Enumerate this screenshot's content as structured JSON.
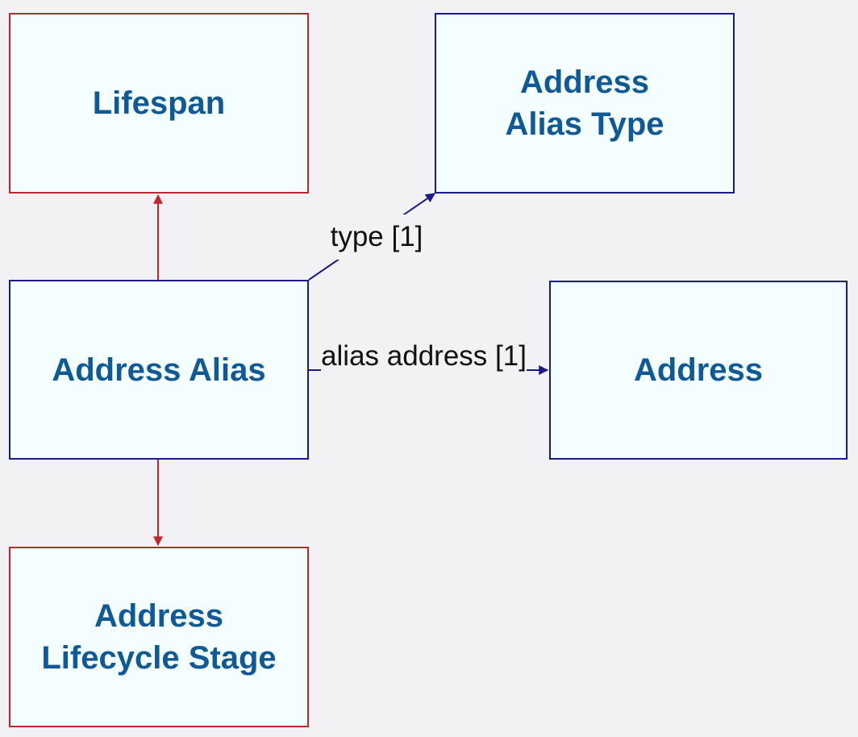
{
  "diagram": {
    "nodes": {
      "lifespan": {
        "label": "Lifespan",
        "border_color": "#c0272d"
      },
      "address_alias_type": {
        "label": "Address Alias Type",
        "border_color": "#1c1a8a"
      },
      "address_alias": {
        "label": "Address Alias",
        "border_color": "#1c1a8a"
      },
      "address": {
        "label": "Address",
        "border_color": "#1c1a8a"
      },
      "address_lifecycle_stage": {
        "label": "Address Lifecycle Stage",
        "border_color": "#c0272d"
      }
    },
    "edges": {
      "type": {
        "from": "address_alias",
        "to": "address_alias_type",
        "label": "type [1]",
        "style": "dashed"
      },
      "alias_address": {
        "from": "address_alias",
        "to": "address",
        "label": "alias address [1]",
        "style": "dashed"
      },
      "lifespan": {
        "from": "address_alias",
        "to": "lifespan",
        "label": "",
        "style": "solid"
      },
      "lifecycle": {
        "from": "address_alias",
        "to": "address_lifecycle_stage",
        "label": "",
        "style": "solid"
      }
    },
    "colors": {
      "background": "#f2f2f5",
      "node_fill": "#f5fefe",
      "node_text": "#0f5a96",
      "red_border": "#c0272d",
      "blue_border": "#1c1a8a"
    }
  }
}
